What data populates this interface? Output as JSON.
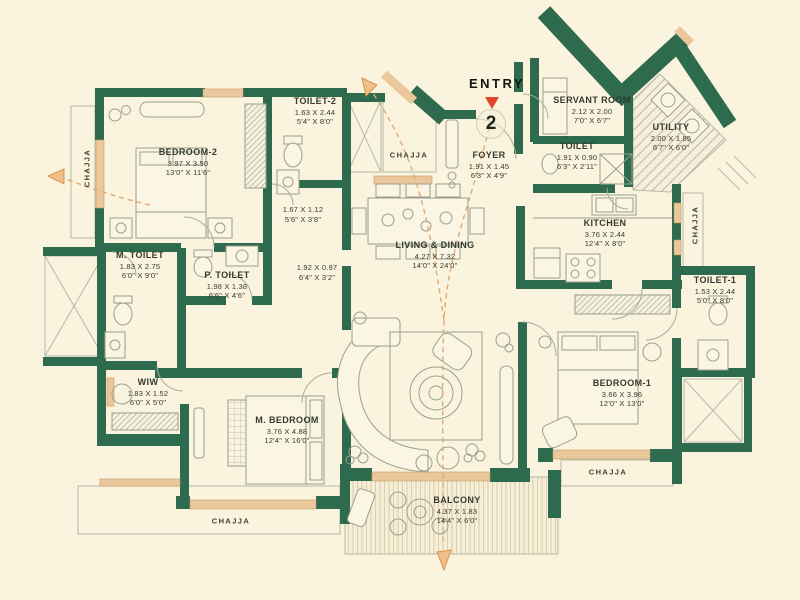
{
  "plan": {
    "entry_label": "ENTRY",
    "unit_number": "2",
    "chajja_label": "CHAJJA",
    "rooms": {
      "bedroom2": {
        "name": "BEDROOM-2",
        "metric": "3.97 X 3.50",
        "imperial": "13'0\" X 11'6\""
      },
      "toilet2": {
        "name": "TOILET-2",
        "metric": "1.63 X 2.44",
        "imperial": "5'4\" X 8'0\""
      },
      "m_toilet": {
        "name": "M. TOILET",
        "metric": "1.83 X 2.75",
        "imperial": "6'0\" X 9'0\""
      },
      "p_toilet": {
        "name": "P. TOILET",
        "metric": "1.98 X 1.38",
        "imperial": "6'6\" X 4'6\""
      },
      "wiw": {
        "name": "WIW",
        "metric": "1.83 X 1.52",
        "imperial": "6'0\" X 5'0\""
      },
      "m_bedroom": {
        "name": "M. BEDROOM",
        "metric": "3.76 X 4.88",
        "imperial": "12'4\" X 16'0\""
      },
      "living_dining": {
        "name": "LIVING & DINING",
        "metric": "4.27 X 7.32",
        "imperial": "14'0\" X 24'0\""
      },
      "foyer": {
        "name": "FOYER",
        "metric": "1.91 X 1.45",
        "imperial": "6'3\" X 4'9\""
      },
      "servant_room": {
        "name": "SERVANT ROOM",
        "metric": "2.12 X 2.00",
        "imperial": "7'0\" X 6'7\""
      },
      "servant_toilet": {
        "name": "TOILET",
        "metric": "1.91 X 0.90",
        "imperial": "6'3\" X 2'11\""
      },
      "utility": {
        "name": "UTILITY",
        "metric": "2.00 X 1.85",
        "imperial": "6'7\" X 6'0\""
      },
      "kitchen": {
        "name": "KITCHEN",
        "metric": "3.76 X 2.44",
        "imperial": "12'4\" X 8'0\""
      },
      "toilet1": {
        "name": "TOILET-1",
        "metric": "1.53 X 2.44",
        "imperial": "5'0\" X 8'0\""
      },
      "bedroom1": {
        "name": "BEDROOM-1",
        "metric": "3.66 X 3.96",
        "imperial": "12'0\" X 13'0\""
      },
      "balcony": {
        "name": "BALCONY",
        "metric": "4.37 X 1.83",
        "imperial": "14'4\" X 6'0\""
      }
    },
    "passages": {
      "passage1": {
        "metric": "1.67 X 1.12",
        "imperial": "5'6\" X 3'8\""
      },
      "passage2": {
        "metric": "1.92 X 0.97",
        "imperial": "6'4\" X 3'2\""
      }
    },
    "colors": {
      "wall": "#2e6a4e",
      "background": "#faf3dd",
      "window": "#eac89b",
      "entry_marker": "#e0452c",
      "movement_path": "#e4a96e"
    }
  }
}
